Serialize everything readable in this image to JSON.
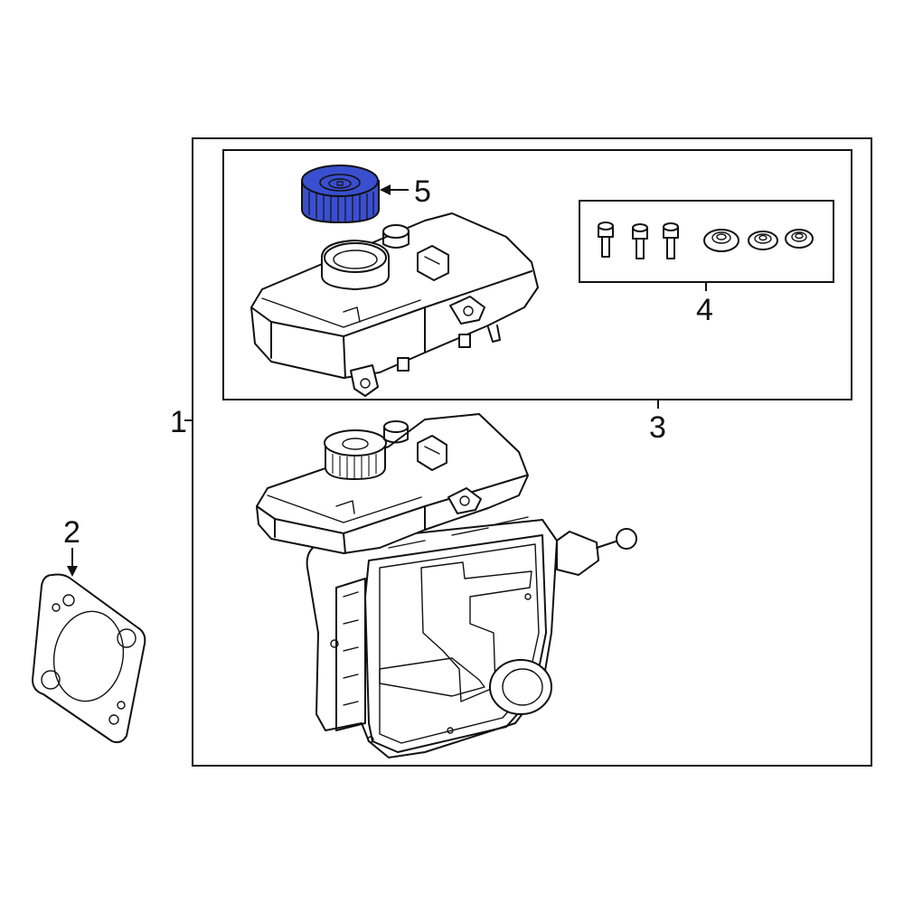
{
  "callouts": {
    "assembly": "1",
    "gasket": "2",
    "reservoir_kit": "3",
    "hardware_kit": "4",
    "reservoir_cap": "5"
  },
  "highlight_color": "#3a4fd0",
  "line_color": "#111111",
  "background_color": "#ffffff"
}
